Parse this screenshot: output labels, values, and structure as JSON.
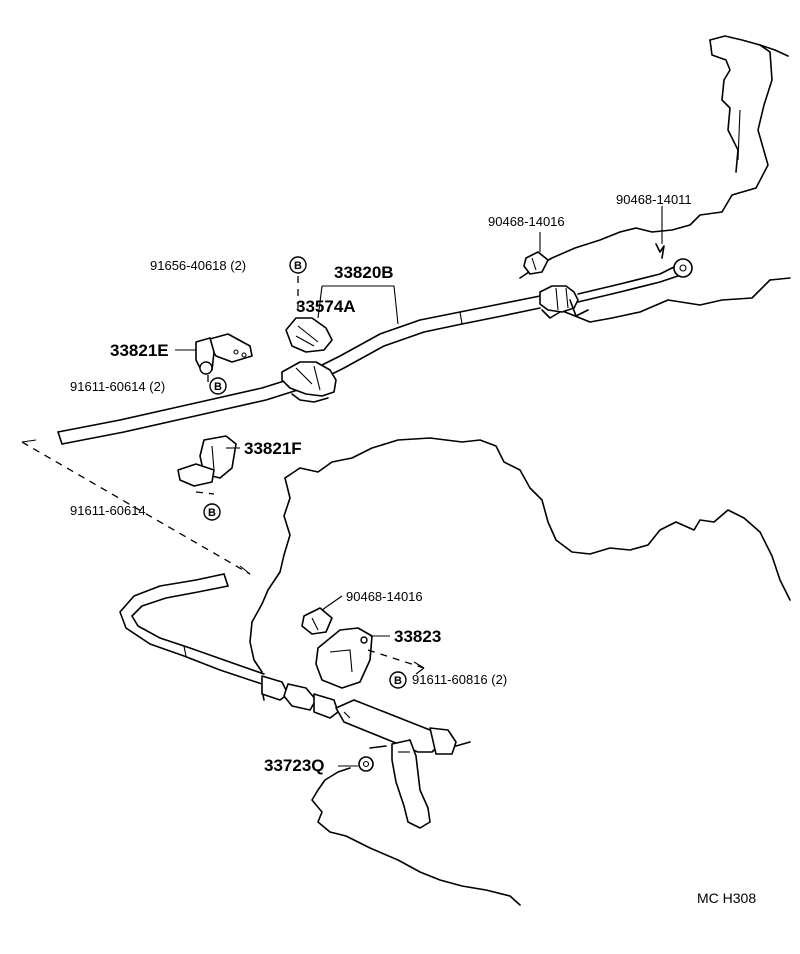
{
  "labels": {
    "bolt_91656_top": "91656-40618 (2)",
    "part_33820B": "33820B",
    "part_33574A": "33574A",
    "part_33821E": "33821E",
    "bolt_91611_left": "91611-60614 (2)",
    "part_33821F": "33821F",
    "bolt_91611_mid": "91611-60614",
    "clip_90468_top1": "90468-14016",
    "clip_90468_top2": "90468-14011",
    "clip_90468_bottom": "90468-14016",
    "part_33823": "33823",
    "bolt_91611_bottom": "91611-60816 (2)",
    "part_33723Q": "33723Q",
    "diagram_code": "MC  H308"
  },
  "markers": {
    "b1": "B",
    "b2": "B",
    "b3": "B",
    "b4": "B"
  }
}
